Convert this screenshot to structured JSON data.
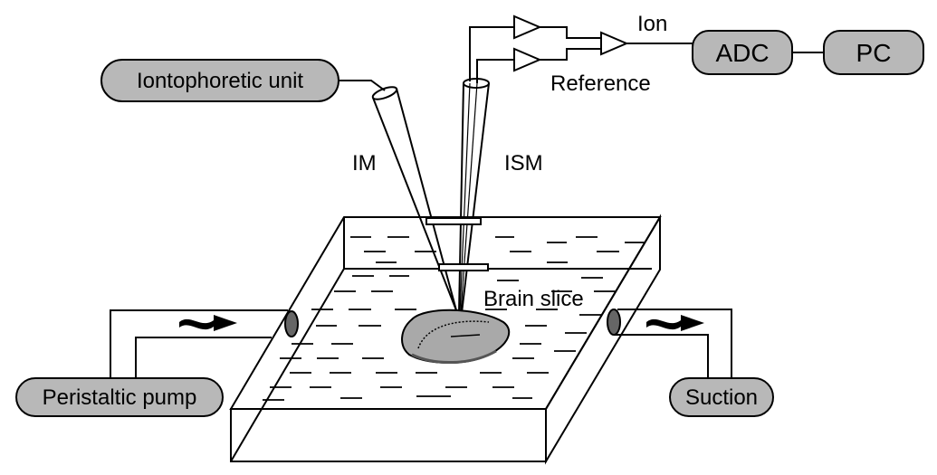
{
  "boxes": {
    "iontophoretic_unit": "Iontophoretic unit",
    "adc": "ADC",
    "pc": "PC",
    "peristaltic_pump": "Peristaltic pump",
    "suction": "Suction"
  },
  "labels": {
    "ion": "Ion",
    "reference": "Reference",
    "im": "IM",
    "ism": "ISM",
    "brain_slice": "Brain slice"
  },
  "colors": {
    "box_fill": "#b8b8b8",
    "slice_fill": "#a9a9a9",
    "stroke": "#000000"
  }
}
